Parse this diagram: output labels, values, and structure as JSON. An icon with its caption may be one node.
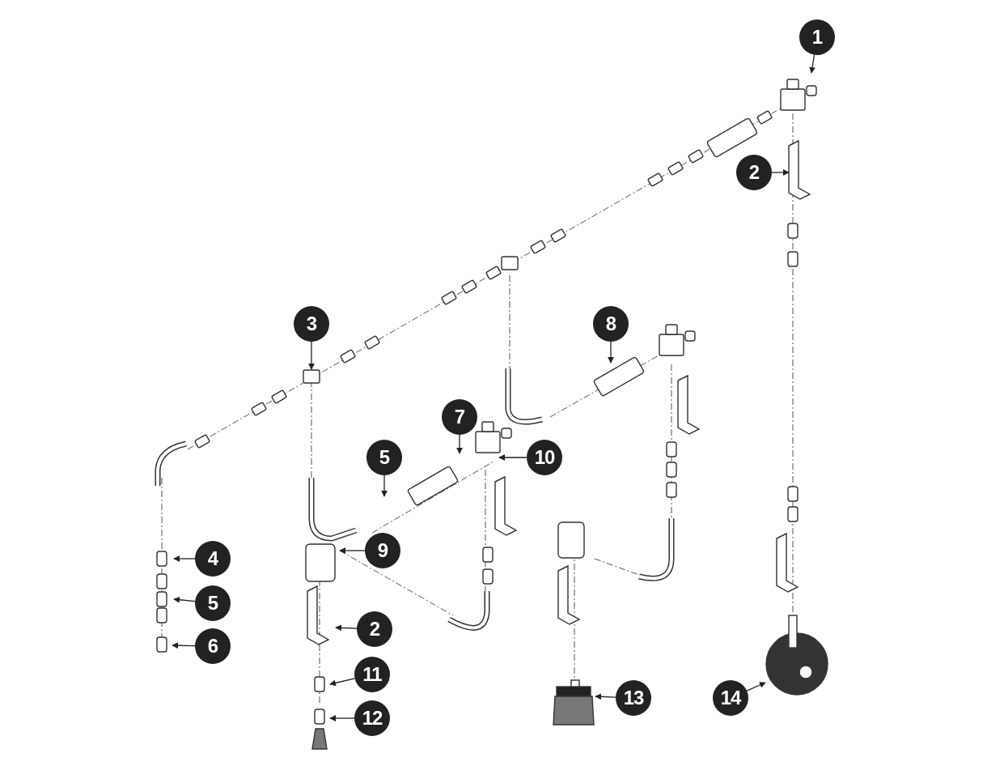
{
  "diagram": {
    "nodes": [
      {
        "text": [
          "1"
        ]
      },
      {
        "text": [
          "2"
        ]
      },
      {
        "text": [
          "3"
        ]
      },
      {
        "text": [
          "8"
        ]
      },
      {
        "text": [
          "7"
        ]
      },
      {
        "text": [
          "5"
        ]
      },
      {
        "text": [
          "10"
        ]
      },
      {
        "text": [
          "9"
        ]
      },
      {
        "text": [
          "4"
        ]
      },
      {
        "text": [
          "5"
        ]
      },
      {
        "text": [
          "2"
        ]
      },
      {
        "text": [
          "6"
        ]
      },
      {
        "text": [
          "11"
        ]
      },
      {
        "text": [
          "12"
        ]
      },
      {
        "text": [
          "13"
        ]
      },
      {
        "text": [
          "14"
        ]
      }
    ],
    "edges": [
      {
        "from": 0,
        "to": null,
        "arrow": "to"
      },
      {
        "from": 1,
        "to": null,
        "arrow": "to"
      },
      {
        "from": 2,
        "to": null,
        "arrow": "to"
      },
      {
        "from": 3,
        "to": null,
        "arrow": "to"
      },
      {
        "from": 4,
        "to": null,
        "arrow": "to"
      },
      {
        "from": 5,
        "to": null,
        "arrow": "to"
      },
      {
        "from": 6,
        "to": null,
        "arrow": "to"
      },
      {
        "from": 7,
        "to": null,
        "arrow": "to"
      },
      {
        "from": 8,
        "to": null,
        "arrow": "to"
      },
      {
        "from": 9,
        "to": null,
        "arrow": "to"
      },
      {
        "from": 10,
        "to": null,
        "arrow": "to"
      },
      {
        "from": 11,
        "to": null,
        "arrow": "to"
      },
      {
        "from": 12,
        "to": null,
        "arrow": "to"
      },
      {
        "from": 13,
        "to": null,
        "arrow": "to"
      },
      {
        "from": 14,
        "to": null,
        "arrow": "to"
      },
      {
        "from": 15,
        "to": null,
        "arrow": "to"
      }
    ]
  }
}
